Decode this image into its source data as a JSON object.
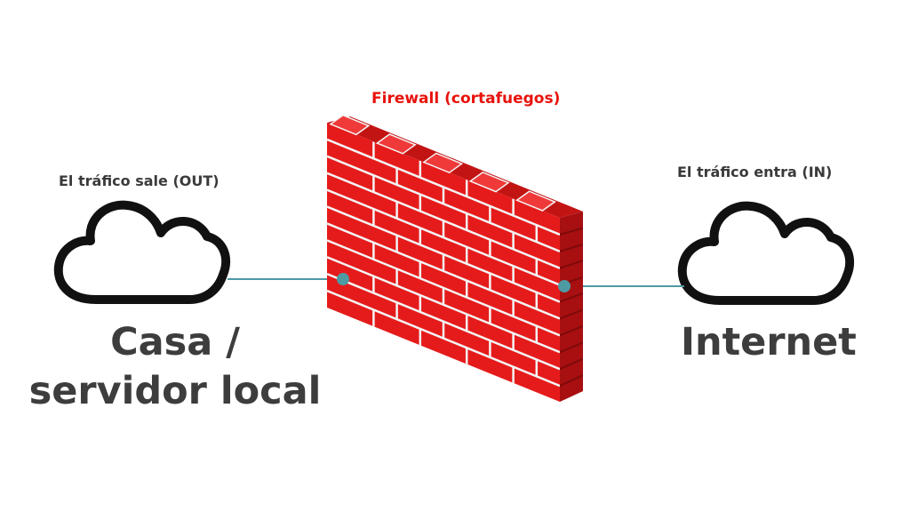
{
  "firewall": {
    "title": "Firewall (cortafuegos)"
  },
  "left_node": {
    "flow_label": "El tráfico sale (OUT)",
    "name": "Casa / servidor local",
    "icon": "cloud-icon"
  },
  "right_node": {
    "flow_label": "El tráfico entra (IN)",
    "name": "Internet",
    "icon": "cloud-icon"
  },
  "colors": {
    "brick": "#e51b1b",
    "brick_shadow": "#a80f10",
    "brick_top": "#f03a3a",
    "mortar": "#f4f4f4",
    "connector": "#4d9aa3",
    "title_red": "#e8120c",
    "text_dark": "#3d3d3d"
  }
}
